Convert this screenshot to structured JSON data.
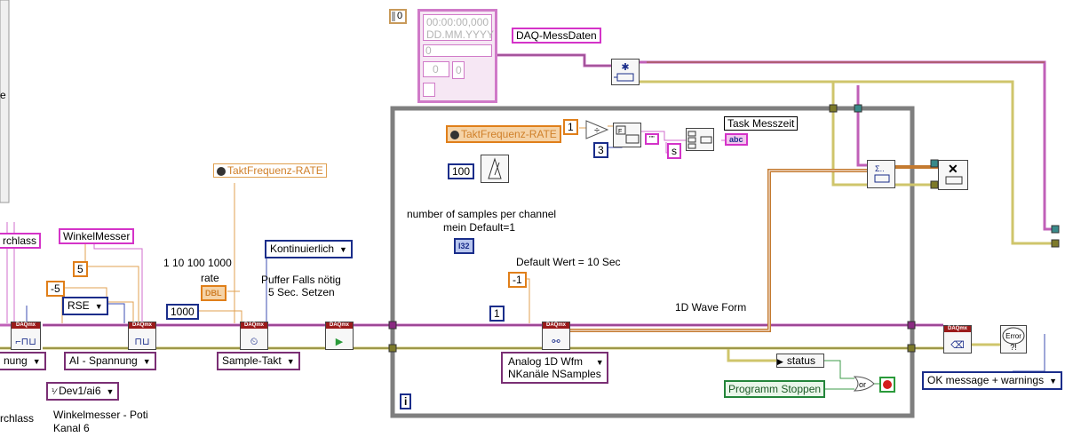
{
  "colors": {
    "error_wire": "#d4d07a",
    "task_wire": "#c060b8",
    "waveform_wire": "#c47a30",
    "numeric_orange": "#e07f1a",
    "numeric_blue": "#1a2d8a",
    "string_pink": "#d433c8",
    "boolean_green": "#23853a",
    "loop_frame": "#7f7f7f"
  },
  "cluster": {
    "index": "0",
    "timestamp_time": "00:00:00,000",
    "timestamp_date": "DD.MM.YYYY",
    "field_a": "0",
    "field_b": "0",
    "field_c": "0"
  },
  "strings": {
    "daq_messdaten": "DAQ-MessDaten",
    "task_messzeit": "Task Messzeit",
    "winkelmesser": "WinkelMesser",
    "durchlass_top": "rchlass",
    "durchlass_bottom": "rchlass",
    "abc": "abc"
  },
  "property_nodes": {
    "taktfrequenz_outer": "TaktFrequenz-RATE",
    "taktfrequenz_inner": "TaktFrequenz-RATE"
  },
  "numerics": {
    "one": "1",
    "three": "3",
    "hundred": "100",
    "five": "5",
    "minus_five": "-5",
    "thousand": "1000",
    "minus_one": "-1",
    "samples_one": "1",
    "loop_index": "i",
    "dbl": "DBL",
    "i32": "I32",
    "s_label": "s"
  },
  "rings": {
    "kontinuierlich": "Kontinuierlich",
    "rse": "RSE",
    "ai_spannung": "AI - Spannung",
    "spannung_left": "nung",
    "sample_takt": "Sample-Takt",
    "dev": "Dev1/ai6",
    "analog_line1": "Analog 1D Wfm",
    "analog_line2": "NKanäle NSamples",
    "ok_message": "OK message + warnings"
  },
  "labels": {
    "rate_values": "1 10 100 1000",
    "rate": "rate",
    "puffer_line1": "Puffer Falls nötig",
    "puffer_line2": "5 Sec.  Setzen",
    "samples_line1": "number of samples per channel",
    "samples_line2": "mein Default=1",
    "default_wert": "Default Wert = 10 Sec",
    "wave_form": "1D Wave Form",
    "winkel_poti_line1": "Winkelmesser - Poti",
    "winkel_poti_line2": "Kanal 6",
    "status": "status",
    "programm_stoppen": "Programm Stoppen",
    "error_title": "Error",
    "left_edge_char": "e"
  },
  "vi_headers": {
    "daqmx": "DAQmx"
  }
}
